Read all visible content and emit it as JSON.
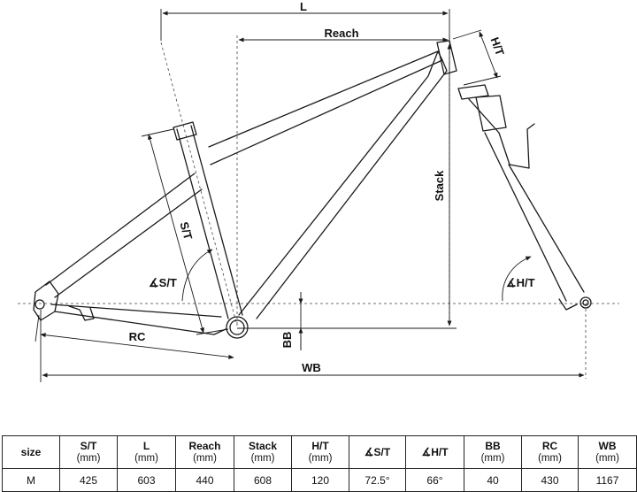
{
  "diagram": {
    "labels": {
      "L": "L",
      "Reach": "Reach",
      "HT": "H/T",
      "Stack": "Stack",
      "ST": "S/T",
      "angle_ST": "∡S/T",
      "angle_HT": "∡H/T",
      "BB": "BB",
      "RC": "RC",
      "WB": "WB"
    }
  },
  "table": {
    "headers": [
      {
        "name": "size",
        "unit": ""
      },
      {
        "name": "S/T",
        "unit": "(mm)"
      },
      {
        "name": "L",
        "unit": "(mm)"
      },
      {
        "name": "Reach",
        "unit": "(mm)"
      },
      {
        "name": "Stack",
        "unit": "(mm)"
      },
      {
        "name": "H/T",
        "unit": "(mm)"
      },
      {
        "name": "∡S/T",
        "unit": ""
      },
      {
        "name": "∡H/T",
        "unit": ""
      },
      {
        "name": "BB",
        "unit": "(mm)"
      },
      {
        "name": "RC",
        "unit": "(mm)"
      },
      {
        "name": "WB",
        "unit": "(mm)"
      }
    ],
    "rows": [
      [
        "M",
        "425",
        "603",
        "440",
        "608",
        "120",
        "72.5°",
        "66°",
        "40",
        "430",
        "1167"
      ]
    ]
  }
}
